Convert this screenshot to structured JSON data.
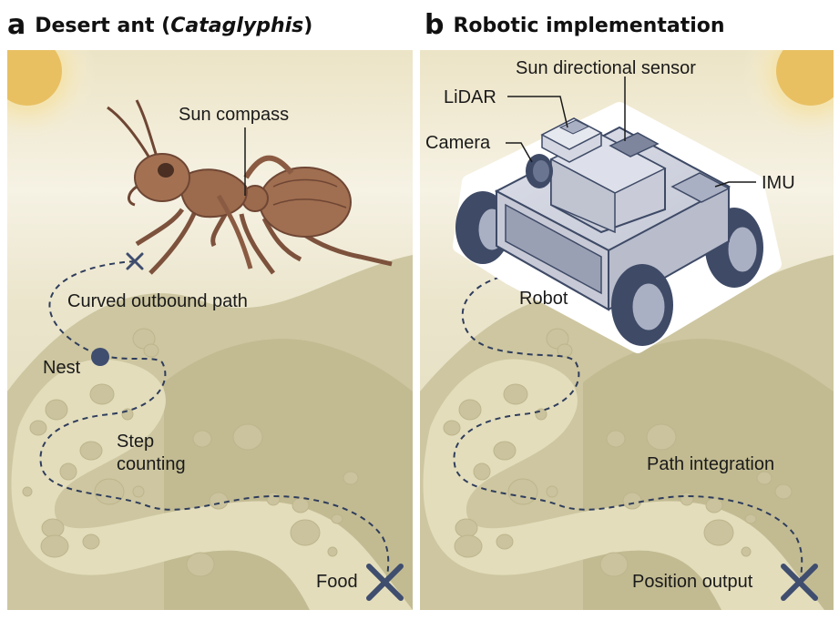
{
  "panel_a": {
    "letter": "a",
    "title_prefix": "Desert ant (",
    "title_italic": "Cataglyphis",
    "title_suffix": ")",
    "labels": {
      "sun_compass": "Sun compass",
      "curved_outbound_path": "Curved outbound path",
      "nest": "Nest",
      "step": "Step",
      "counting": "counting",
      "food": "Food"
    }
  },
  "panel_b": {
    "letter": "b",
    "title": "Robotic implementation",
    "labels": {
      "sun_directional_sensor": "Sun directional sensor",
      "lidar": "LiDAR",
      "camera": "Camera",
      "imu": "IMU",
      "robot": "Robot",
      "path_integration": "Path integration",
      "position_output": "Position output"
    }
  },
  "colors": {
    "sand_light": "#ede6cc",
    "sand_dark": "#c9c29a",
    "path_band": "#dcd5b2",
    "path_dash": "#2f3d5c",
    "marker": "#3f4d6e",
    "sun": "#e8c062",
    "ant_body": "#9c6a4c",
    "ant_dark": "#6e4634",
    "robot_body": "#c9ccd8",
    "robot_dark": "#3e4a66"
  }
}
